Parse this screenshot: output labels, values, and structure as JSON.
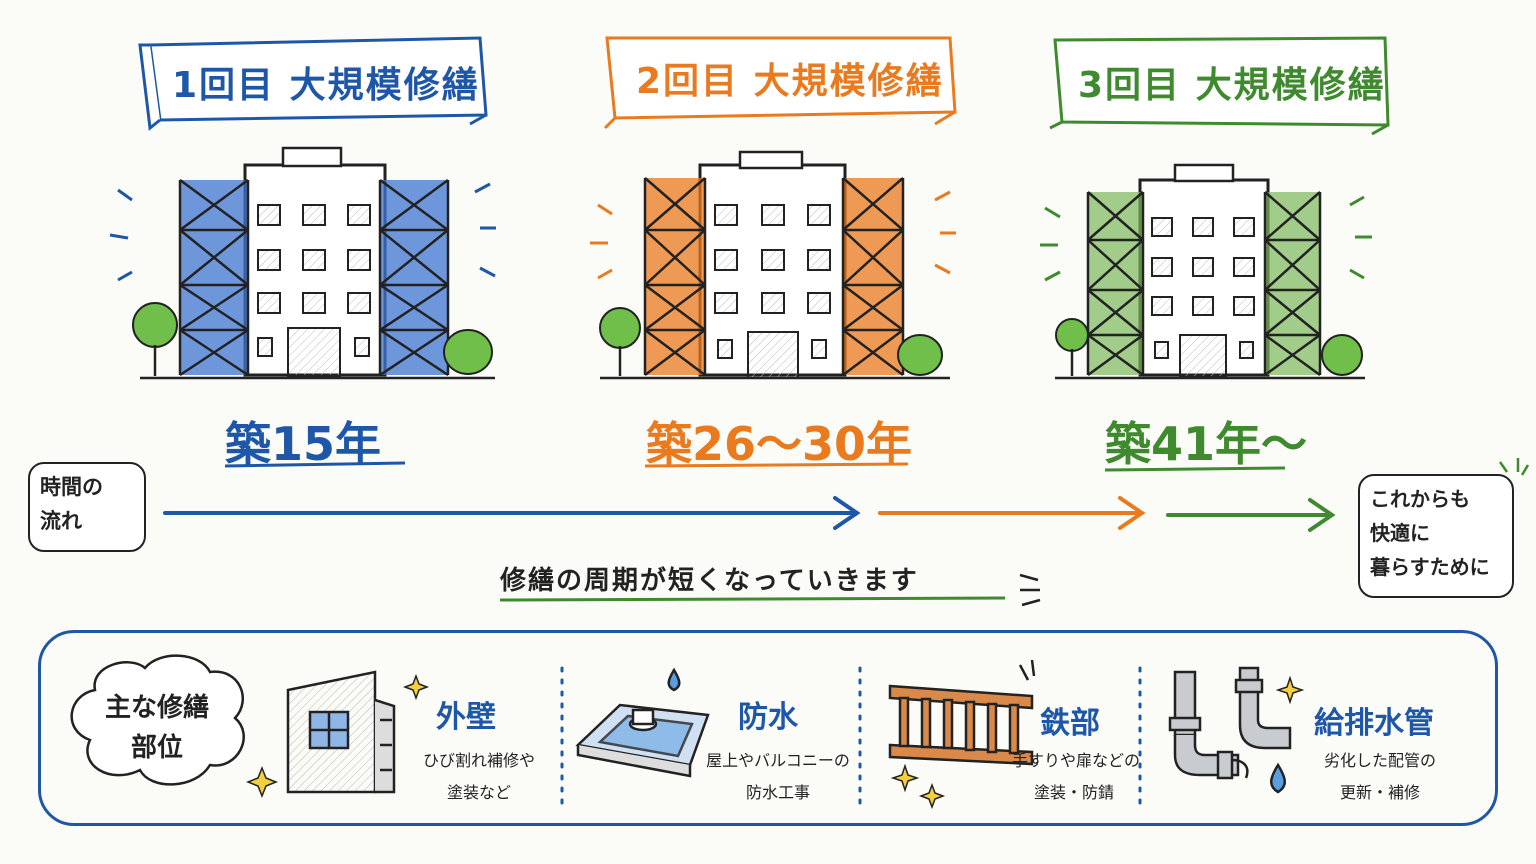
{
  "colors": {
    "blue": "#1f57a8",
    "orange": "#ea7a1e",
    "green": "#3f8a2e",
    "ink": "#222222"
  },
  "stages": [
    {
      "banner": "1回目 大規模修繕",
      "age": "築15年",
      "color": "#1f57a8"
    },
    {
      "banner": "2回目 大規模修繕",
      "age": "築26～30年",
      "color": "#ea7a1e"
    },
    {
      "banner": "3回目 大規模修繕",
      "age": "築41年～",
      "color": "#3f8a2e"
    }
  ],
  "timeline": {
    "start_label_line1": "時間の",
    "start_label_line2": "流れ",
    "end_label_line1": "これからも",
    "end_label_line2": "快適に",
    "end_label_line3": "暮らすために"
  },
  "caption": "修繕の周期が短くなっていきます",
  "parts_panel": {
    "title_line1": "主な修繕",
    "title_line2": "部位",
    "items": [
      {
        "title": "外壁",
        "desc_line1": "ひび割れ補修や",
        "desc_line2": "塗装など",
        "icon": "wall-icon"
      },
      {
        "title": "防水",
        "desc_line1": "屋上やバルコニーの",
        "desc_line2": "防水工事",
        "icon": "rooftop-waterproof-icon"
      },
      {
        "title": "鉄部",
        "desc_line1": "手すりや扉などの",
        "desc_line2": "塗装・防錆",
        "icon": "railing-icon"
      },
      {
        "title": "給排水管",
        "desc_line1": "劣化した配管の",
        "desc_line2": "更新・補修",
        "icon": "pipe-icon"
      }
    ]
  }
}
